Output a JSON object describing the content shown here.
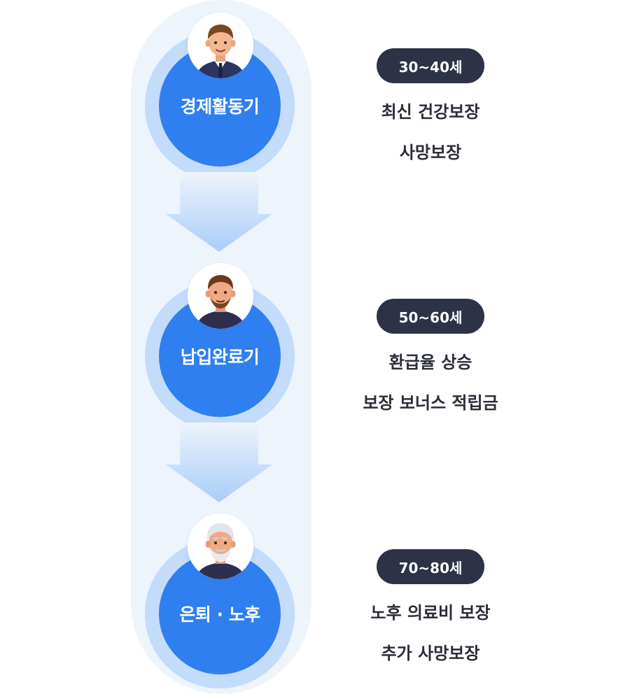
{
  "stages": [
    {
      "label": "경제활동기",
      "age": "30~40세",
      "lines": [
        "최신 건강보장",
        "사망보장"
      ]
    },
    {
      "label": "납입완료기",
      "age": "50~60세",
      "lines": [
        "환급율 상승",
        "보장 보너스 적립금"
      ]
    },
    {
      "label": "은퇴 · 노후",
      "age": "70~80세",
      "lines": [
        "노후 의료비 보장",
        "추가 사망보장"
      ]
    }
  ],
  "colors": {
    "track": "#eef4fc",
    "circle": "#2f7ff0",
    "halo": "#c6ddfa",
    "badge": "#2d3247",
    "text": "#2a2d38"
  }
}
